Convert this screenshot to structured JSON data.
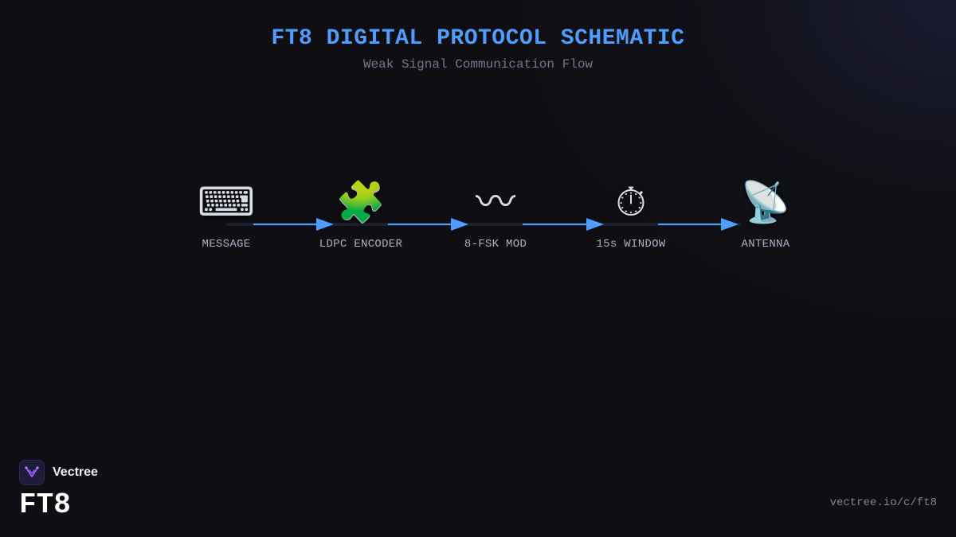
{
  "header": {
    "title": "FT8 DIGITAL PROTOCOL SCHEMATIC",
    "subtitle": "Weak Signal Communication Flow"
  },
  "flow": {
    "nodes": [
      {
        "label": "MESSAGE",
        "icon": "keyboard-icon",
        "glyph": "⌨"
      },
      {
        "label": "LDPC ENCODER",
        "icon": "puzzle-piece-icon",
        "glyph": "🧩"
      },
      {
        "label": "8-FSK MOD",
        "icon": "wavy-line-icon",
        "glyph": "〰"
      },
      {
        "label": "15s WINDOW",
        "icon": "stopwatch-icon",
        "glyph": "⏱"
      },
      {
        "label": "ANTENNA",
        "icon": "satellite-antenna-icon",
        "glyph": "📡"
      }
    ],
    "connectors": 4
  },
  "brand": {
    "name": "Vectree",
    "product": "FT8",
    "logo_icon": "vectree-logo-icon"
  },
  "footer": {
    "url": "vectree.io/c/ft8"
  },
  "colors": {
    "accent": "#4f9dff",
    "background": "#0f0f13",
    "label": "#a9b1c4",
    "subtitle": "#6f7891",
    "logo_accent": "#a855f7"
  }
}
